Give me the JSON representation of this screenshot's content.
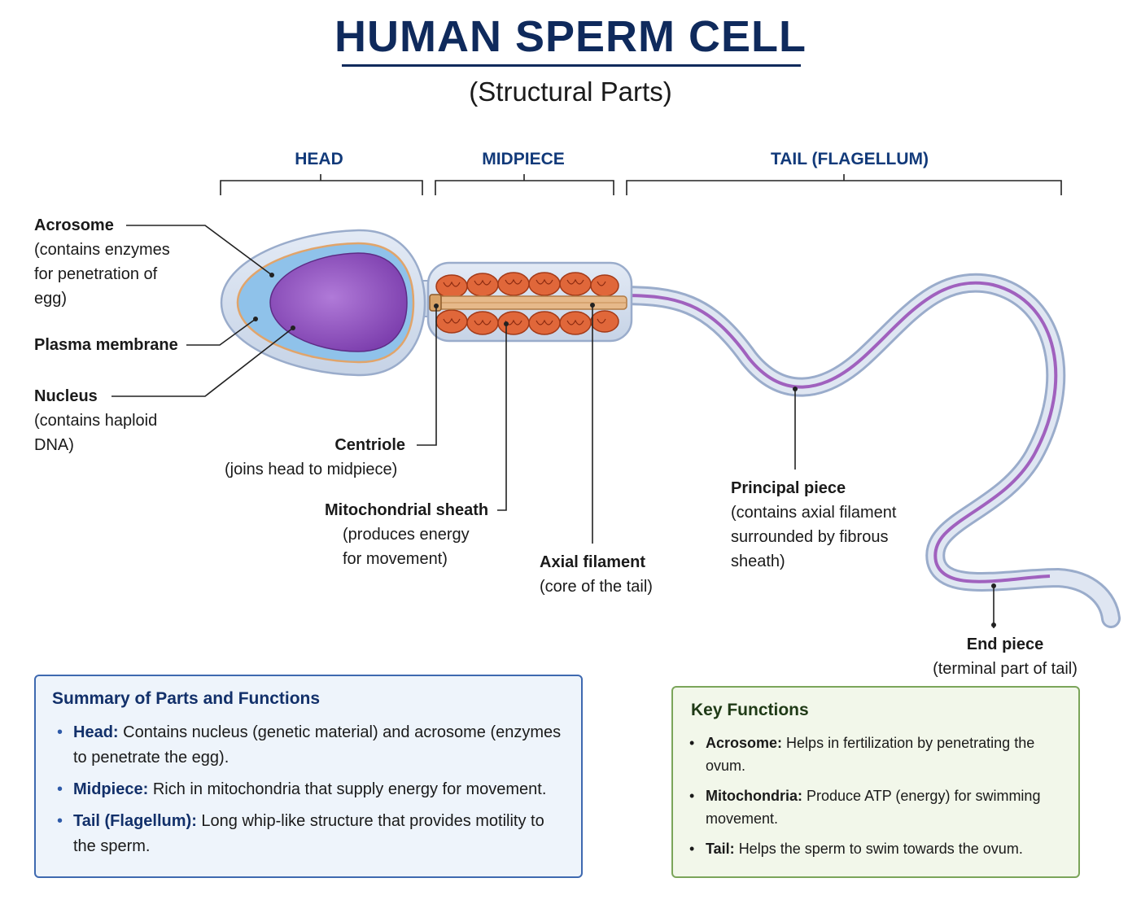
{
  "title": "HUMAN SPERM CELL",
  "subtitle": "(Structural Parts)",
  "sections": {
    "head": "HEAD",
    "midpiece": "MIDPIECE",
    "tail": "TAIL (FLAGELLUM)"
  },
  "labels": {
    "acrosome": {
      "name": "Acrosome",
      "lines": [
        "(contains enzymes",
        "for penetration of",
        "egg)"
      ]
    },
    "plasma_membrane": {
      "name": "Plasma membrane"
    },
    "nucleus": {
      "name": "Nucleus",
      "lines": [
        "(contains haploid",
        "DNA)"
      ]
    },
    "centriole": {
      "name": "Centriole",
      "lines": [
        "(joins head to midpiece)"
      ]
    },
    "mitochondrial_sheath": {
      "name": "Mitochondrial sheath",
      "lines": [
        "(produces energy",
        "for movement)"
      ]
    },
    "axial_filament": {
      "name": "Axial filament",
      "lines": [
        "(core of the tail)"
      ]
    },
    "principal_piece": {
      "name": "Principal piece",
      "lines": [
        "(contains axial filament",
        "surrounded by fibrous",
        "sheath)"
      ]
    },
    "end_piece": {
      "name": "End piece",
      "lines": [
        "(terminal part of tail)"
      ]
    }
  },
  "summary": {
    "heading": "Summary of Parts and Functions",
    "items": [
      {
        "term": "Head:",
        "text": "Contains nucleus (genetic material) and acrosome (enzymes to penetrate the egg)."
      },
      {
        "term": "Midpiece:",
        "text": "Rich in mitochondria that supply energy for movement."
      },
      {
        "term": "Tail (Flagellum):",
        "text": "Long whip-like structure that provides motility to the sperm."
      }
    ]
  },
  "key_functions": {
    "heading": "Key Functions",
    "items": [
      {
        "term": "Acrosome:",
        "text": "Helps in fertilization by penetrating the ovum."
      },
      {
        "term": "Mitochondria:",
        "text": "Produce ATP (energy) for swimming movement."
      },
      {
        "term": "Tail:",
        "text": "Helps the sperm to swim towards the ovum."
      }
    ]
  },
  "colors": {
    "title": "#0f2a5c",
    "section_label": "#123a7a",
    "nucleus": "#9b5cc4",
    "acrosome": "#8fc2ea",
    "mitochondria": "#e0673a",
    "axial_filament": "#e6b98a",
    "membrane": "#c9d5e6",
    "summary_border": "#3e69b0",
    "key_border": "#7ba55a"
  }
}
